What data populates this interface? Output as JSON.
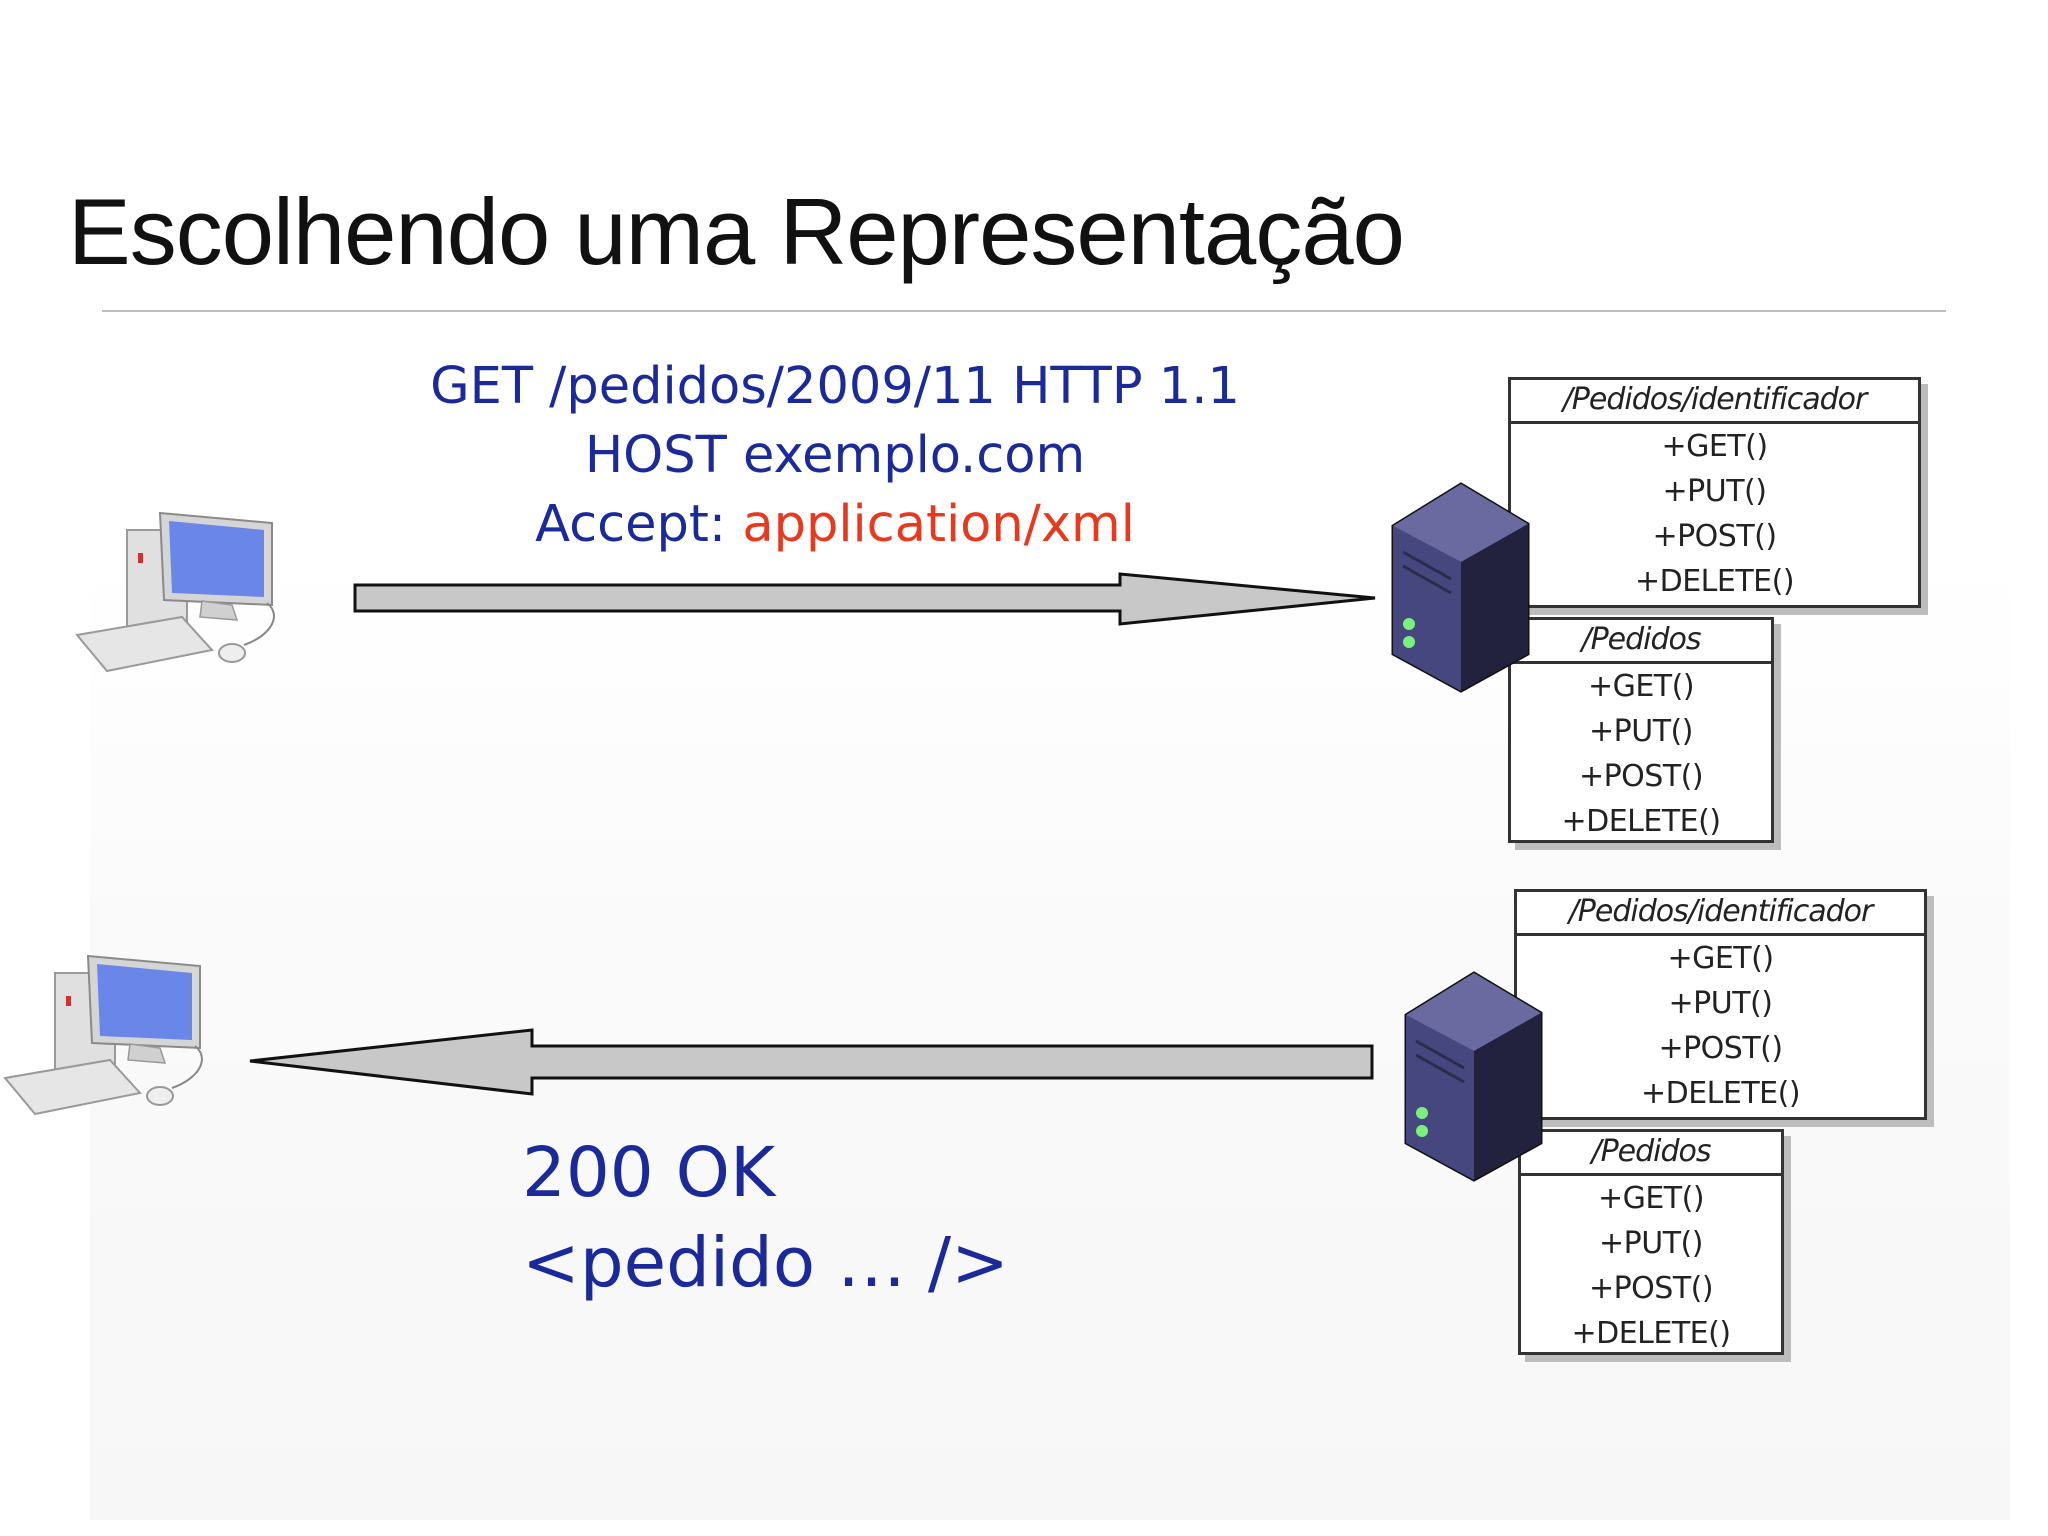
{
  "slide": {
    "title": "Escolhendo uma Representação"
  },
  "request": {
    "line1": "GET /pedidos/2009/11 HTTP 1.1",
    "line2": "HOST exemplo.com",
    "accept_label": "Accept: ",
    "accept_value": "application/xml"
  },
  "response": {
    "status": "200 OK",
    "body": "<pedido … />"
  },
  "server_top": {
    "resource_identificador": {
      "name": "/Pedidos/identificador",
      "methods": [
        "+GET()",
        "+PUT()",
        "+POST()",
        "+DELETE()"
      ]
    },
    "resource_pedidos": {
      "name": "/Pedidos",
      "methods": [
        "+GET()",
        "+PUT()",
        "+POST()",
        "+DELETE()"
      ]
    }
  },
  "server_bottom": {
    "resource_identificador": {
      "name": "/Pedidos/identificador",
      "methods": [
        "+GET()",
        "+PUT()",
        "+POST()",
        "+DELETE()"
      ]
    },
    "resource_pedidos": {
      "name": "/Pedidos",
      "methods": [
        "+GET()",
        "+PUT()",
        "+POST()",
        "+DELETE()"
      ]
    }
  },
  "colors": {
    "text_blue": "#1a2a9a",
    "mime_red": "#e8391e",
    "arrow_fill": "#c8c8c8",
    "server_body": "#3a3a66"
  },
  "icons": [
    "desktop-computer-icon",
    "server-tower-icon"
  ]
}
